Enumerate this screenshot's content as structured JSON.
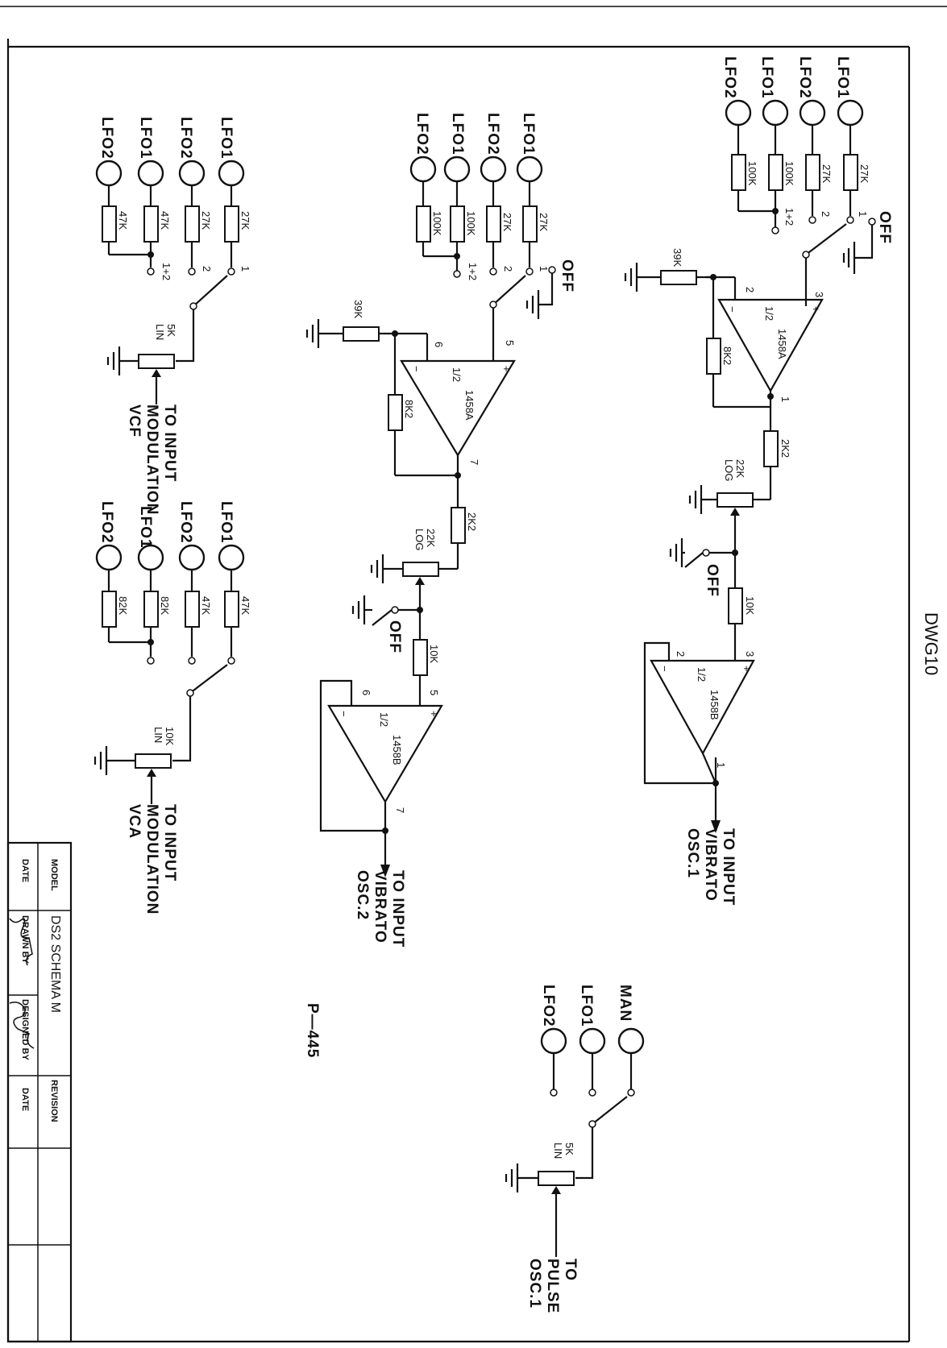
{
  "sheet": {
    "drawing_no": "DWG10",
    "page_code": "P—445",
    "title_block": {
      "model_label": "MODEL",
      "model_value": "DS2 SCHEMA M",
      "date_label": "DATE",
      "drawn_by_label": "DRAWN BY",
      "designed_by_label": "DESIGNED BY",
      "revision_label": "REVISION",
      "revision_date_label": "DATE"
    }
  },
  "common": {
    "lfo1": "LFO1",
    "lfo2": "LFO2",
    "off": "OFF",
    "plus": "+",
    "minus": "−",
    "half": "1/2"
  },
  "circuit_osc1": {
    "jacks": [
      "LFO1",
      "LFO2",
      "LFO1",
      "LFO2"
    ],
    "resistors": [
      "27K",
      "27K",
      "100K",
      "100K"
    ],
    "switch_positions": [
      "1",
      "2",
      "1+2"
    ],
    "off_label": "OFF",
    "feedback_in": "39K",
    "feedback": "8K2",
    "opamp_a": "1458A",
    "opamp_a_pins": [
      "3",
      "2",
      "1"
    ],
    "series_out": "2K2",
    "pot": "22K",
    "pot_type": "LOG",
    "off2_label": "OFF",
    "series_in_b": "10K",
    "opamp_b": "1458B",
    "opamp_b_pins": [
      "3",
      "2",
      "1"
    ],
    "output": [
      "TO INPUT",
      "VIBRATO",
      "OSC.1"
    ]
  },
  "circuit_osc2": {
    "jacks": [
      "LFO1",
      "LFO2",
      "LFO1",
      "LFO2"
    ],
    "resistors": [
      "27K",
      "27K",
      "100K",
      "100K"
    ],
    "switch_positions": [
      "1",
      "2",
      "1+2"
    ],
    "off_label": "OFF",
    "feedback_in": "39K",
    "feedback": "8K2",
    "opamp_a": "1458A",
    "opamp_a_pins": [
      "5",
      "6",
      "7"
    ],
    "series_out": "2K2",
    "pot": "22K",
    "pot_type": "LOG",
    "off2_label": "OFF",
    "series_in_b": "10K",
    "opamp_b": "1458B",
    "opamp_b_pins": [
      "5",
      "6",
      "7"
    ],
    "output": [
      "TO INPUT",
      "VIBRATO",
      "OSC.2"
    ]
  },
  "circuit_vcf": {
    "jacks": [
      "LFO1",
      "LFO2",
      "LFO1",
      "LFO2"
    ],
    "resistors": [
      "27K",
      "27K",
      "47K",
      "47K"
    ],
    "switch_positions": [
      "1",
      "2",
      "1+2"
    ],
    "pot": "5K",
    "pot_type": "LIN",
    "output": [
      "TO INPUT",
      "MODULATION",
      "VCF"
    ]
  },
  "circuit_vca": {
    "jacks": [
      "LFO1",
      "LFO2",
      "LFO1",
      "LFO2"
    ],
    "resistors": [
      "47K",
      "47K",
      "82K",
      "82K"
    ],
    "pot": "10K",
    "pot_type": "LIN",
    "output": [
      "TO INPUT",
      "MODULATION",
      "VCA"
    ]
  },
  "circuit_pulse": {
    "jacks": [
      "MAN",
      "LFO1",
      "LFO2"
    ],
    "pot": "5K",
    "pot_type": "LIN",
    "output": [
      "TO",
      "PULSE",
      "OSC.1"
    ]
  }
}
